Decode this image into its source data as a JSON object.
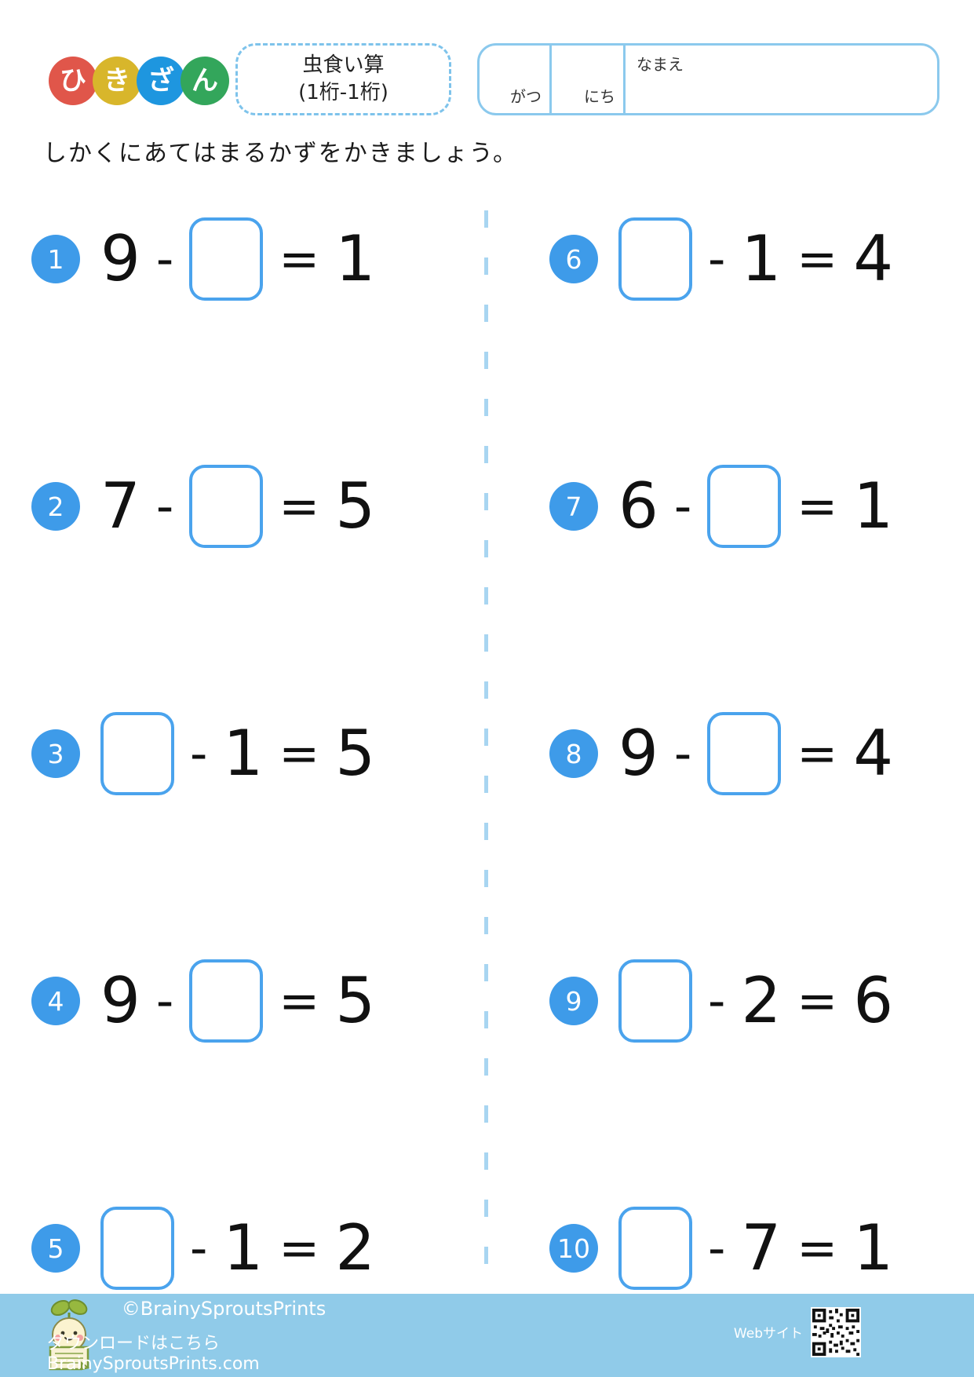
{
  "header": {
    "logo": {
      "letters": [
        "ひ",
        "き",
        "ざ",
        "ん"
      ],
      "colors": [
        "#e0564a",
        "#d8b62b",
        "#1e96df",
        "#33a65b"
      ]
    },
    "title_line1": "虫食い算",
    "title_line2": "(1桁-1桁)",
    "month_label": "がつ",
    "day_label": "にち",
    "name_label": "なまえ"
  },
  "instruction": "しかくにあてはまるかずをかきましょう。",
  "problems": [
    {
      "num": "1",
      "terms": [
        "9",
        "-",
        "□",
        "=",
        "1"
      ]
    },
    {
      "num": "2",
      "terms": [
        "7",
        "-",
        "□",
        "=",
        "5"
      ]
    },
    {
      "num": "3",
      "terms": [
        "□",
        "-",
        "1",
        "=",
        "5"
      ]
    },
    {
      "num": "4",
      "terms": [
        "9",
        "-",
        "□",
        "=",
        "5"
      ]
    },
    {
      "num": "5",
      "terms": [
        "□",
        "-",
        "1",
        "=",
        "2"
      ]
    },
    {
      "num": "6",
      "terms": [
        "□",
        "-",
        "1",
        "=",
        "4"
      ]
    },
    {
      "num": "7",
      "terms": [
        "6",
        "-",
        "□",
        "=",
        "1"
      ]
    },
    {
      "num": "8",
      "terms": [
        "9",
        "-",
        "□",
        "=",
        "4"
      ]
    },
    {
      "num": "9",
      "terms": [
        "□",
        "-",
        "2",
        "=",
        "6"
      ]
    },
    {
      "num": "10",
      "terms": [
        "□",
        "-",
        "7",
        "=",
        "1"
      ]
    }
  ],
  "footer": {
    "copyright": "©BrainySproutsPrints",
    "download_text": "ダウンロードはこちら BrainySproutsPrints.com",
    "website_label": "Webサイト"
  },
  "colors": {
    "badge_blue": "#3e9be9",
    "box_border_blue": "#4aa3ed",
    "divider_blue": "#a8d5f1",
    "header_border_blue": "#8bc9ed",
    "footer_bg": "#90cbe9"
  }
}
